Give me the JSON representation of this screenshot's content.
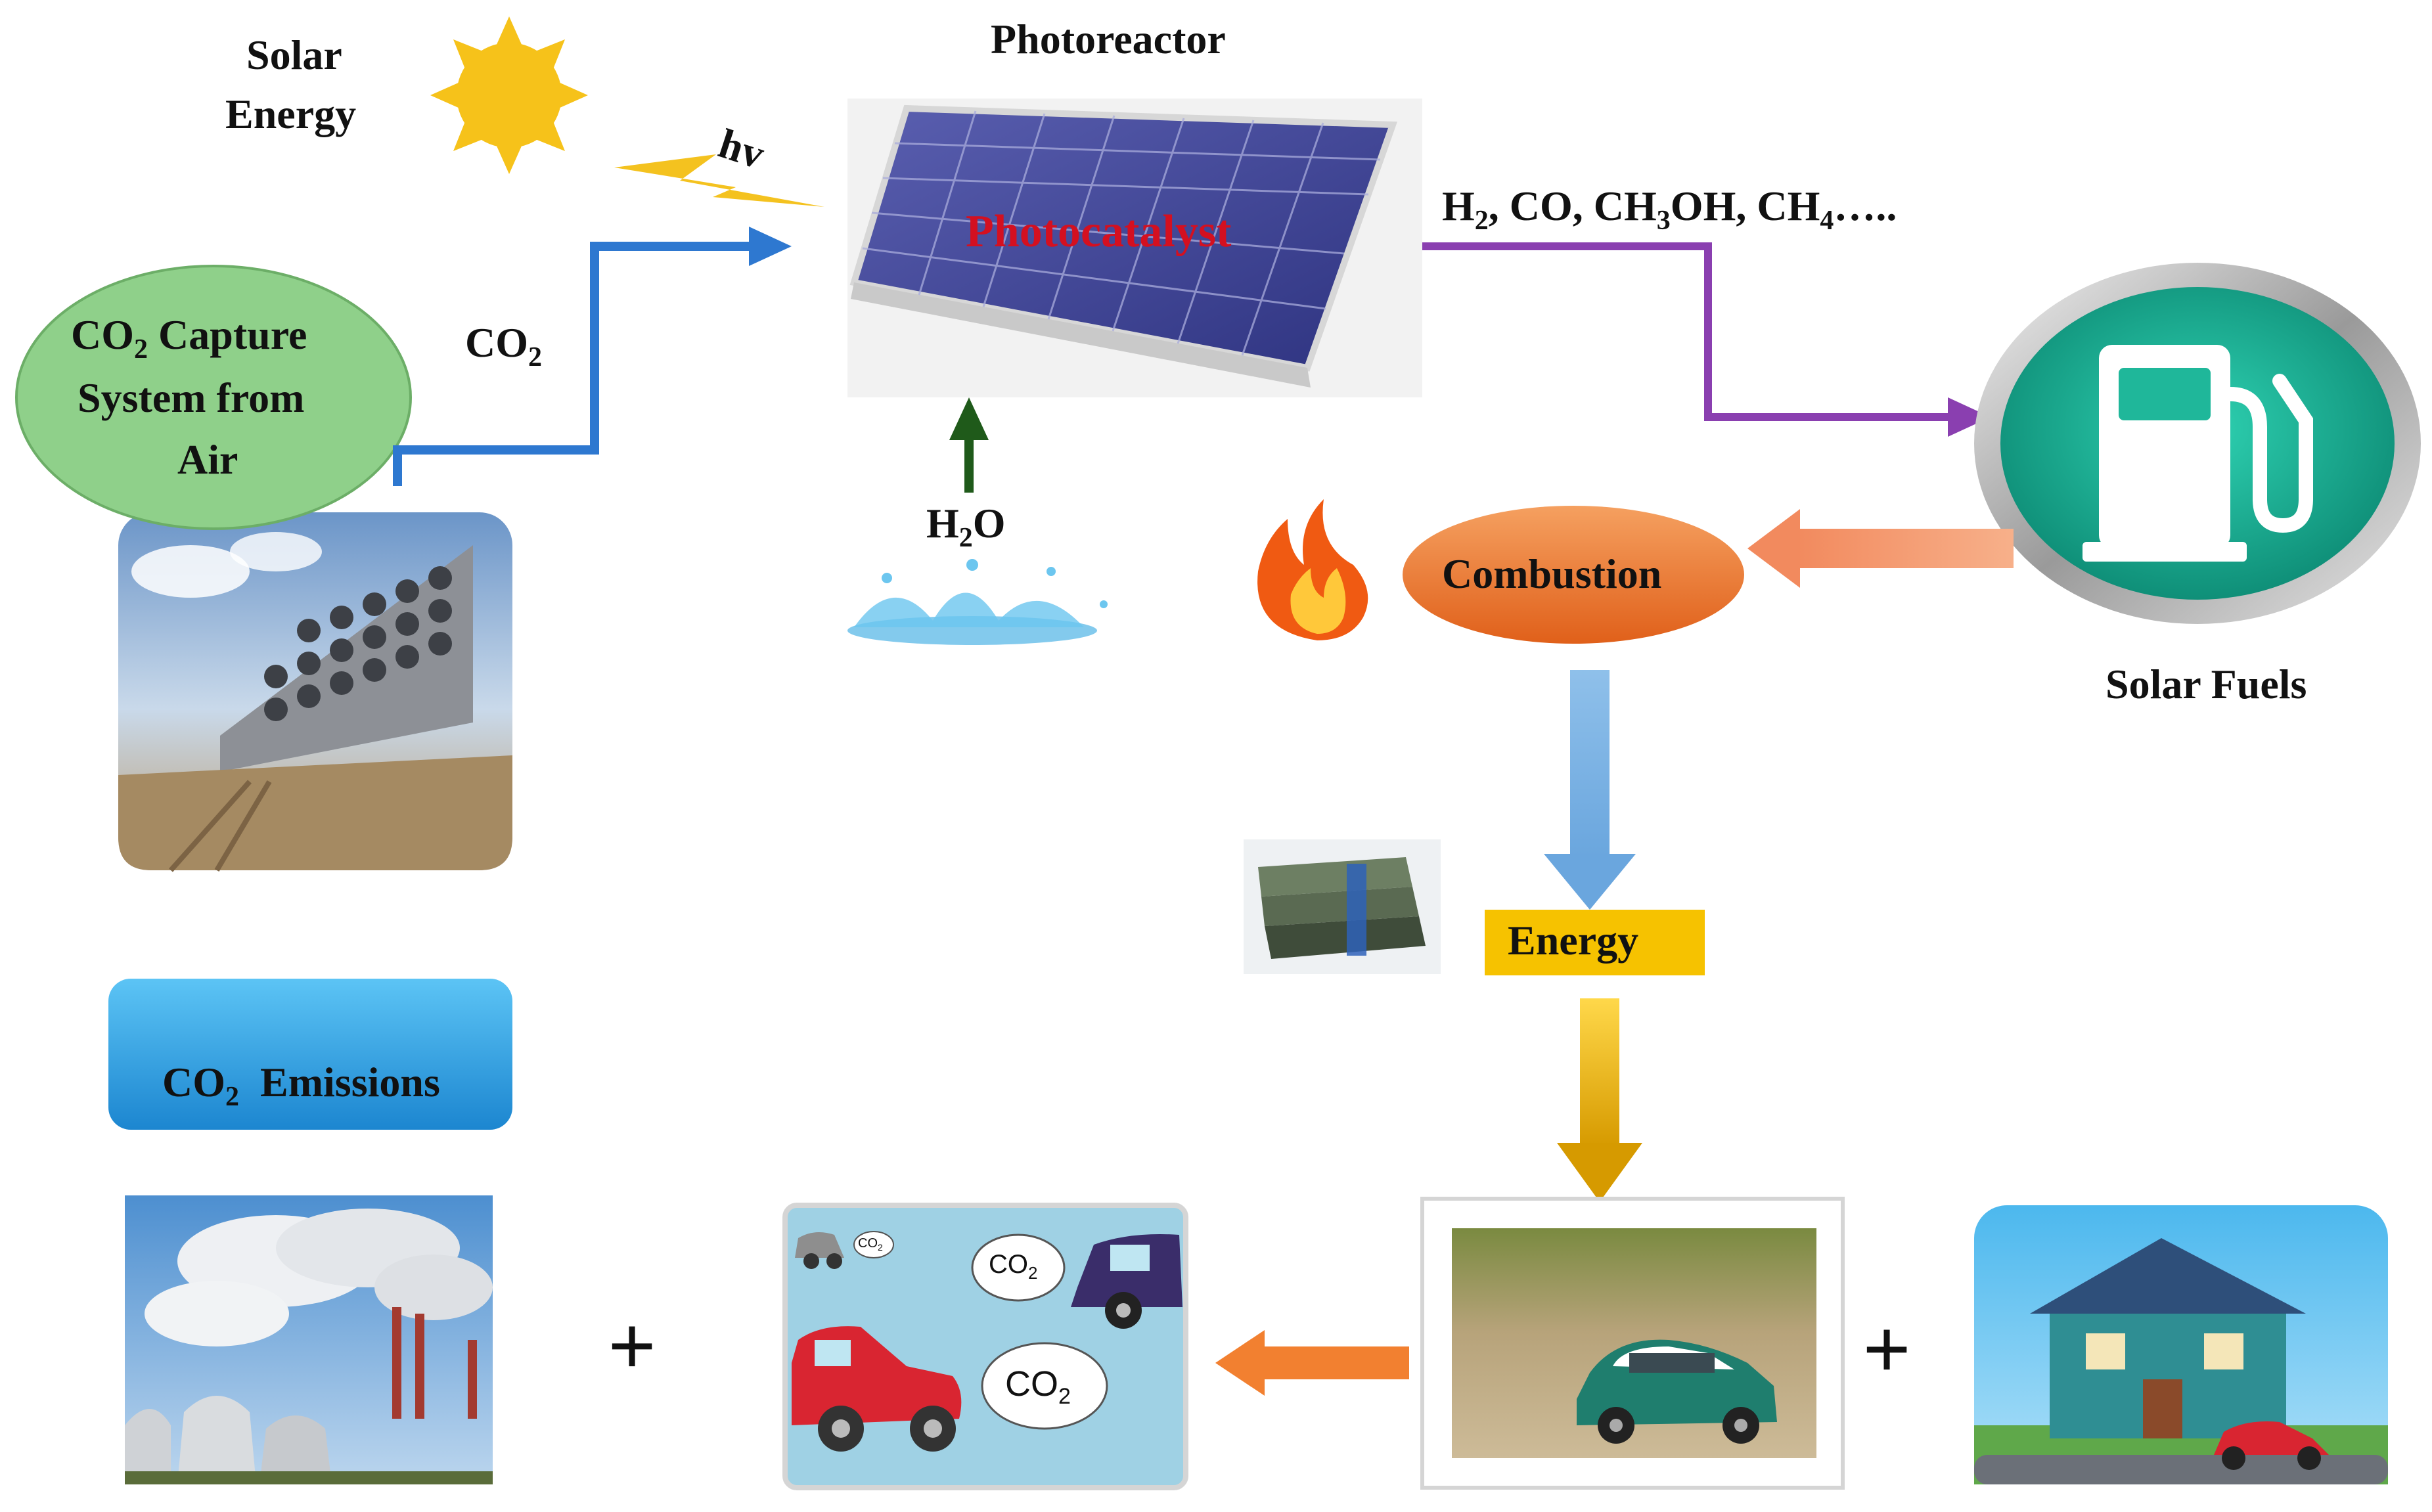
{
  "labels": {
    "solar_energy_1": "Solar",
    "solar_energy_2": "Energy",
    "hv": "hv",
    "photoreactor": "Photoreactor",
    "photocatalyst": "Photocatalyst",
    "capture_1_pre": "CO",
    "capture_1_sub": "2",
    "capture_1_post": " Capture",
    "capture_2": "System from",
    "capture_3": "Air",
    "co2_pre": "CO",
    "co2_sub": "2",
    "h2o_pre": "H",
    "h2o_sub": "2",
    "h2o_post": "O",
    "products": {
      "p1": "H",
      "s1": "2",
      "p2": ", CO, CH",
      "s2": "3",
      "p3": "OH, CH",
      "s3": "4",
      "p4": "….."
    },
    "combustion": "Combustion",
    "solar_fuels": "Solar Fuels",
    "energy": "Energy",
    "emissions_pre": "CO",
    "emissions_sub": "2",
    "emissions_post": "  Emissions",
    "plus": "+",
    "cloud_co2_a": "CO",
    "cloud_co2_a_sub": "2",
    "cloud_co2_b": "CO",
    "cloud_co2_b_sub": "2",
    "cloud_co2_c": "CO",
    "cloud_co2_c_sub": "2"
  },
  "colors": {
    "capture_ellipse": "#8fd08a",
    "co2_arrow": "#2e78d0",
    "product_arrow": "#8a3fb0",
    "h2o_arrow": "#1f5a1a",
    "combustion": "#f07a2a",
    "energy_box": "#f6c200",
    "emissions_box": "#2b9be0",
    "photocatalyst_text": "#d41020",
    "fuel_badge": "#1fb79a"
  },
  "icons": [
    "sun-icon",
    "lightning-icon",
    "fuel-pump-icon",
    "flame-icon",
    "water-splash-icon",
    "money-icon",
    "factory-icon",
    "car-icon",
    "house-icon"
  ]
}
